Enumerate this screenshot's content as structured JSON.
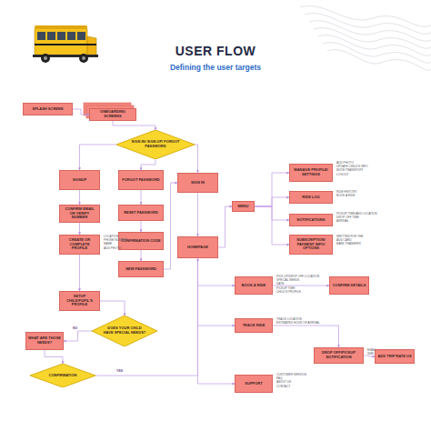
{
  "diagram": {
    "title": "USER FLOW",
    "nodes": [
      {
        "text": [
          "SPLASH SCREEN"
        ]
      },
      {
        "text": [
          "ONBOARDING SCREENS"
        ]
      },
      {
        "text": [
          "SIGN IN/ SIGN UP/ FORGOT PASSWORD"
        ]
      },
      {
        "text": [
          "SIGNUP"
        ]
      },
      {
        "text": [
          "FORGOT PASSWORD"
        ]
      },
      {
        "text": [
          "SIGN IN"
        ]
      },
      {
        "text": [
          "CONFIRM EMAIL OR VERIFY NUMBER"
        ]
      },
      {
        "text": [
          "RESET PASSWORD"
        ]
      },
      {
        "text": [
          "CREATE OR COMPLETE PROFILE"
        ]
      },
      {
        "text": [
          "CONFIRMATION CODE"
        ]
      },
      {
        "text": [
          "NEW PASSWORD"
        ]
      },
      {
        "text": [
          "HOMEPAGE"
        ]
      },
      {
        "text": [
          "MENU"
        ]
      },
      {
        "text": [
          "MANAGE PROFILE/ SETTINGS"
        ]
      },
      {
        "text": [
          "RIDE LOG"
        ]
      },
      {
        "text": [
          "NOTIFICATIONS"
        ]
      },
      {
        "text": [
          "SUBSCRIPTION/ PAYMENT INFO/ OPTIONS"
        ]
      },
      {
        "text": [
          "BOOK A RIDE"
        ]
      },
      {
        "text": [
          "CONFIRM DETAILS"
        ]
      },
      {
        "text": [
          "TRACK RIDE"
        ]
      },
      {
        "text": [
          "DROP OFF/PICKUP NOTIFICATION"
        ]
      },
      {
        "text": [
          "ADD TRIP RATE US"
        ]
      },
      {
        "text": [
          "SUPPORT"
        ]
      },
      {
        "text": [
          "SETUP CHILD/PUPIL'S PROFILE"
        ]
      },
      {
        "text": [
          "DOES YOUR CHILD HAVE SPECIAL NEEDS?"
        ]
      },
      {
        "text": [
          "WHAT ARE THOSE NEEDS?"
        ]
      },
      {
        "text": [
          "CONFIRMATION"
        ]
      }
    ],
    "edges": [
      {
        "from": 0,
        "to": 1,
        "arrow": "to"
      },
      {
        "from": 1,
        "to": 2,
        "arrow": "to"
      },
      {
        "from": 2,
        "to": 3,
        "arrow": "to"
      },
      {
        "from": 2,
        "to": 4,
        "arrow": "to"
      },
      {
        "from": 2,
        "to": 5,
        "arrow": "to"
      },
      {
        "from": 3,
        "to": 6,
        "arrow": "to"
      },
      {
        "from": 6,
        "to": 8,
        "arrow": "to"
      },
      {
        "from": 8,
        "to": 23,
        "arrow": "to"
      },
      {
        "from": 4,
        "to": 7,
        "arrow": "to"
      },
      {
        "from": 7,
        "to": 9,
        "arrow": "to"
      },
      {
        "from": 9,
        "to": 10,
        "arrow": "to"
      },
      {
        "from": 10,
        "to": 5,
        "arrow": "to"
      },
      {
        "from": 5,
        "to": 11,
        "arrow": "to"
      },
      {
        "from": 11,
        "to": 12,
        "arrow": "to"
      },
      {
        "from": 12,
        "to": 13,
        "arrow": "to"
      },
      {
        "from": 12,
        "to": 14,
        "arrow": "to"
      },
      {
        "from": 12,
        "to": 15,
        "arrow": "to"
      },
      {
        "from": 12,
        "to": 16,
        "arrow": "to"
      },
      {
        "from": 11,
        "to": 17,
        "arrow": "to"
      },
      {
        "from": 17,
        "to": 18,
        "arrow": "to"
      },
      {
        "from": 11,
        "to": 19,
        "arrow": "to"
      },
      {
        "from": 19,
        "to": 20,
        "arrow": "to"
      },
      {
        "from": 20,
        "to": 21,
        "arrow": "to"
      },
      {
        "from": 11,
        "to": 22,
        "arrow": "to"
      },
      {
        "from": 23,
        "to": 24,
        "arrow": "to"
      },
      {
        "from": 24,
        "to": 25,
        "label": "NO",
        "arrow": "to"
      },
      {
        "from": 25,
        "to": 26,
        "arrow": "to"
      },
      {
        "from": 26,
        "to": 11,
        "label": "YES",
        "arrow": "to"
      }
    ],
    "labels": [
      "Defining the user targets",
      "LOCATION",
      "PHONE NUMBER",
      "NAME",
      "ADD PHOTO",
      "ADD PHOTO",
      "UPDATE CHILD'S INFO",
      "MUTE TRANSPORT",
      "LOGOUT",
      "RIDE HISTORY",
      "BOOK A RIDE",
      "PICKUP TIME AND LOCATION",
      "DROP OFF TIME",
      "ARRIVAL",
      "WRITTEN FOR THE",
      "ADD CARD",
      "BANK TRANSFER",
      "PICK UP/DROP OFF LOCATION",
      "SPECIAL NEEDS",
      "DATE",
      "PICKUP TIME",
      "CHILD'S PROFILE",
      "TRACK LOCATION",
      "ESTIMATED HOUR OF ARRIVAL",
      "EMAIL",
      "SMS",
      "CUSTOMER SERVICE",
      "FAQ",
      "ABOUT US",
      "CONTACT"
    ]
  }
}
